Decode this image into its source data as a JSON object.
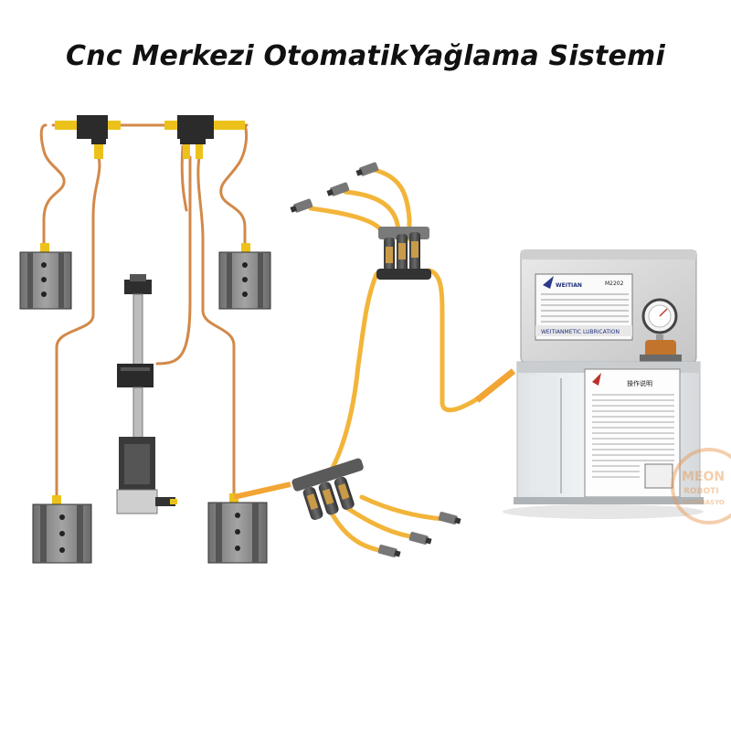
{
  "title": "Cnc Merkezi OtomatikYağlama Sistemi",
  "pump": {
    "brand": "WEITIAN",
    "model": "M2202",
    "label_strip": "WEITIANMETIC LUBRICATION",
    "instruction_title": "操作说明"
  },
  "watermark": {
    "line1": "MEON",
    "line2": "ROBOTI",
    "line3": "OTOMASYO"
  },
  "colors": {
    "tube_copper": "#d2894a",
    "tube_yellow": "#f2b53a",
    "fitting_yellow": "#ecc21a",
    "block_gray": "#8c8c8c",
    "pump_cover": "#d8d8d8",
    "reservoir": "#eef1f3"
  }
}
